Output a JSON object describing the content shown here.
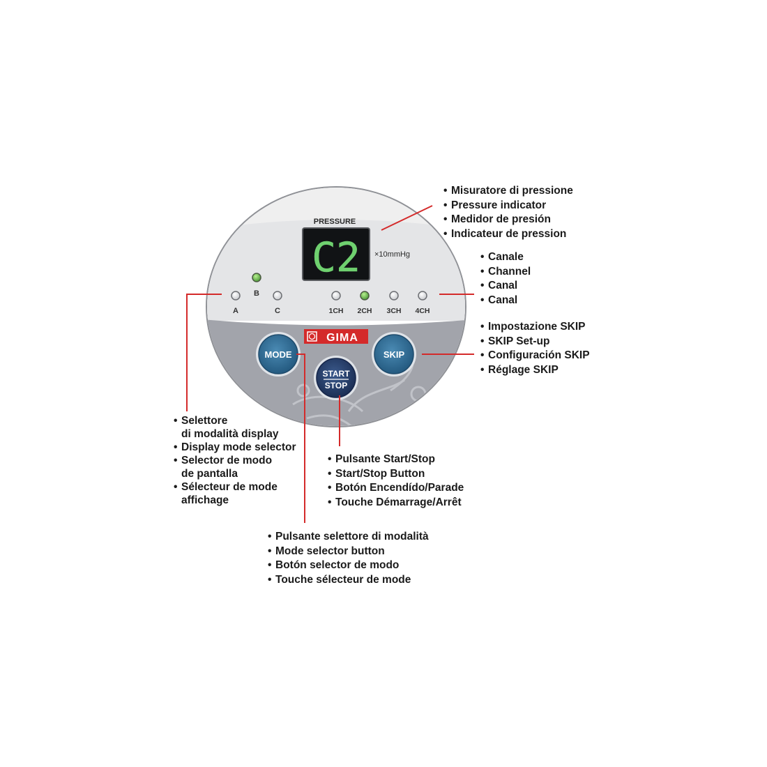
{
  "panel": {
    "pressure_label": "PRESSURE",
    "display_value": "C2",
    "unit_label": "×10mmHg",
    "brand": "GIMA",
    "mode_leds": [
      {
        "label": "A",
        "lit": false
      },
      {
        "label": "B",
        "lit": true
      },
      {
        "label": "C",
        "lit": false
      }
    ],
    "channel_leds": [
      {
        "label": "1CH",
        "lit": false
      },
      {
        "label": "2CH",
        "lit": true
      },
      {
        "label": "3CH",
        "lit": false
      },
      {
        "label": "4CH",
        "lit": false
      }
    ],
    "buttons": {
      "mode": "MODE",
      "skip": "SKIP",
      "start": "START",
      "stop": "STOP"
    }
  },
  "callouts": {
    "pressure": [
      "Misuratore di pressione",
      "Pressure indicator",
      "Medidor de presión",
      "Indicateur de pression"
    ],
    "channel": [
      "Canale",
      "Channel",
      "Canal",
      "Canal"
    ],
    "skip": [
      "Impostazione SKIP",
      "SKIP Set-up",
      "Configuración SKIP",
      "Réglage SKIP"
    ],
    "display_mode": [
      [
        "Selettore",
        "di modalità display"
      ],
      [
        "Display mode selector"
      ],
      [
        "Selector de modo",
        "de pantalla"
      ],
      [
        "Sélecteur de mode",
        "affichage"
      ]
    ],
    "start_stop": [
      "Pulsante Start/Stop",
      "Start/Stop Button",
      "Botón Encendído/Parade",
      "Touche Démarrage/Arrêt"
    ],
    "mode_button": [
      "Pulsante selettore di modalità",
      "Mode selector button",
      "Botón selector de modo",
      "Touche sélecteur de mode"
    ]
  },
  "colors": {
    "leader_line": "#d42a2a",
    "panel_top": "#ebebec",
    "panel_bottom": "#9c9ea5",
    "button_blue": "#2e6c94",
    "start_button": "#243a66",
    "display_digit": "#6fd16f",
    "led_lit": "#7cc35e",
    "brand_red": "#d42a2a"
  }
}
